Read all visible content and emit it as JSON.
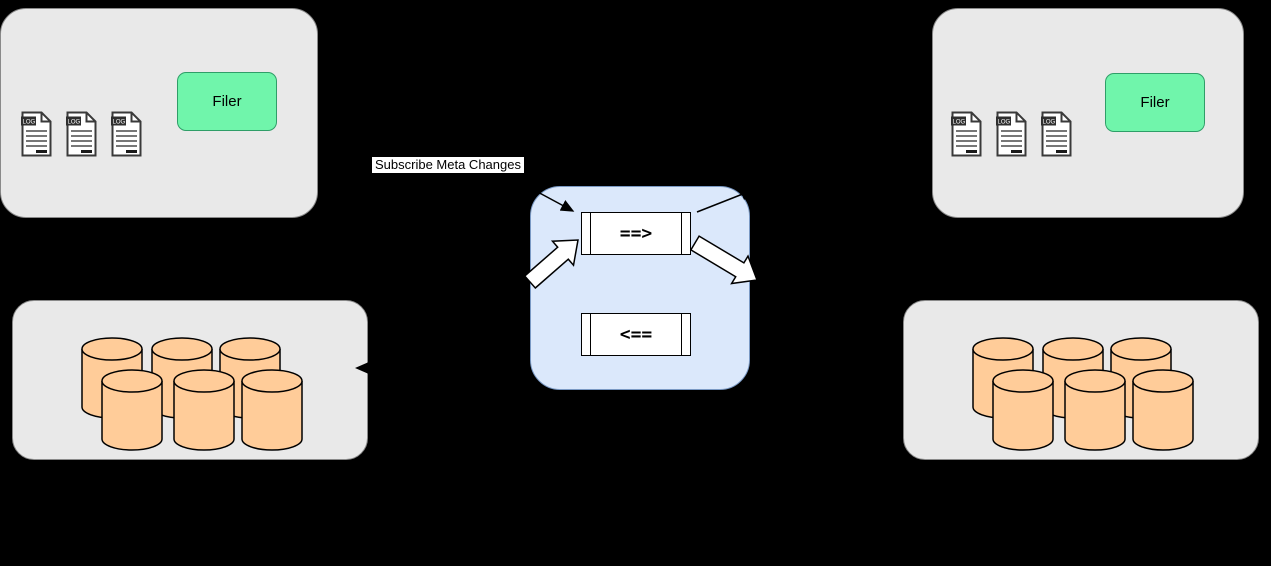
{
  "diagram": {
    "background_color": "#000000",
    "datacenter_left": {
      "filer_label": "Filer",
      "log_badge": "LOG",
      "log_file_count": 3,
      "volume_count": 6
    },
    "datacenter_right": {
      "filer_label": "Filer",
      "log_badge": "LOG",
      "log_file_count": 3,
      "volume_count": 6
    },
    "replication_queue": {
      "outgoing_label": "==>",
      "incoming_label": "<=="
    },
    "annotations": {
      "subscribe_label": "Subscribe Meta Changes"
    },
    "colors": {
      "datacenter_panel_fill": "#e9e9e9",
      "filer_fill": "#70f5ab",
      "queue_panel_fill": "#dbe8fb",
      "queue_panel_border": "#7a99c4",
      "volume_cylinder_fill": "#ffcc99",
      "tape_fill": "#ffffff",
      "connector_color": "#000000"
    }
  }
}
